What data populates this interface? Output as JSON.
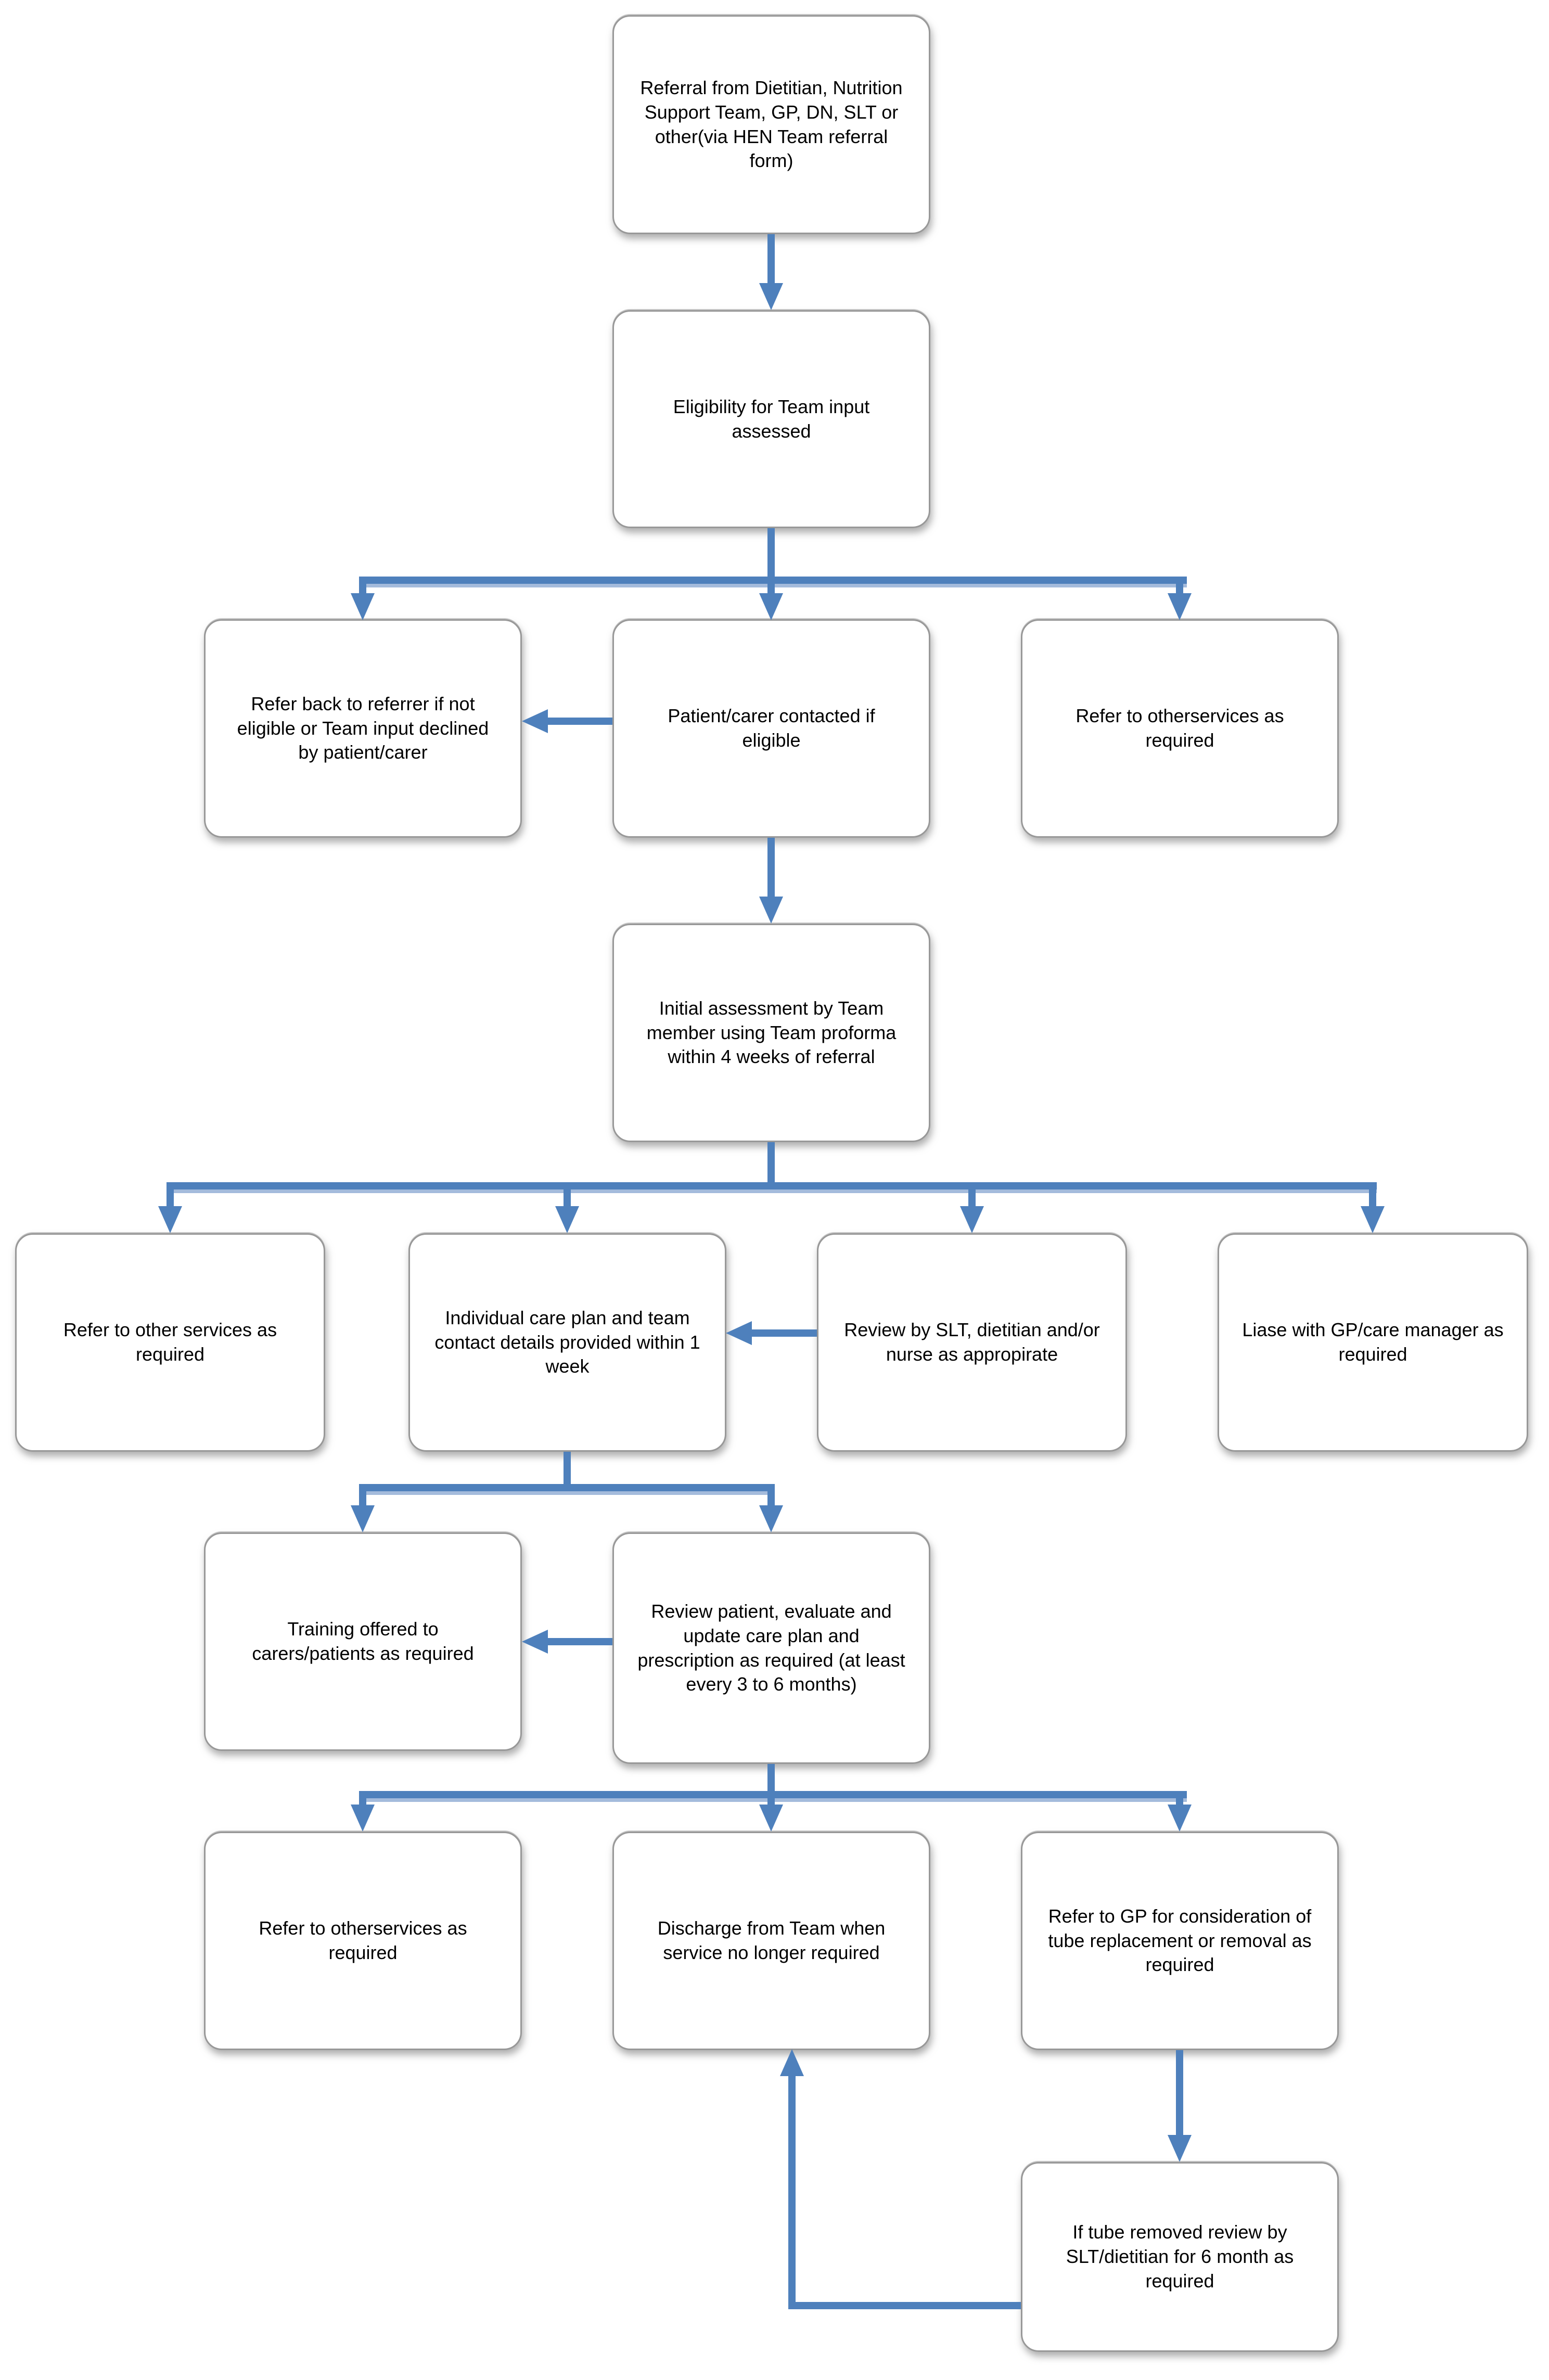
{
  "diagram": {
    "type": "flowchart",
    "colors": {
      "arrow_blue": "#4e80bc",
      "arrow_light_blue": "#9ab4d8",
      "box_border_gray": "#989898",
      "box_fill": "#ffffff",
      "text": "#000000",
      "background": "#ffffff"
    },
    "nodes": [
      {
        "id": "referral",
        "label": "Referral from Dietitian, Nutrition Support Team, GP, DN, SLT or other(via HEN Team referral form)"
      },
      {
        "id": "eligibility",
        "label": "Eligibility for Team input assessed"
      },
      {
        "id": "refer-back",
        "label": "Refer back to referrer if not eligible or Team input declined by patient/carer"
      },
      {
        "id": "patient-contacted",
        "label": "Patient/carer contacted if eligible"
      },
      {
        "id": "refer-other-top",
        "label": "Refer to otherservices as required"
      },
      {
        "id": "initial-assessment",
        "label": "Initial assessment by Team member using Team proforma within 4 weeks of referral"
      },
      {
        "id": "refer-other-mid",
        "label": "Refer to other services as required"
      },
      {
        "id": "care-plan",
        "label": "Individual care plan and team contact details provided within 1 week"
      },
      {
        "id": "review-slt",
        "label": "Review by SLT, dietitian and/or nurse as appropirate"
      },
      {
        "id": "liaise-gp",
        "label": "Liase with GP/care manager as required"
      },
      {
        "id": "training",
        "label": "Training offered to carers/patients as required"
      },
      {
        "id": "review-patient",
        "label": "Review patient, evaluate and update care plan and prescription as required (at least every 3 to 6 months)"
      },
      {
        "id": "refer-other-bottom",
        "label": "Refer to otherservices as required"
      },
      {
        "id": "discharge",
        "label": "Discharge from Team when service no longer required"
      },
      {
        "id": "refer-gp-tube",
        "label": "Refer to GP for consideration of tube replacement or removal as required"
      },
      {
        "id": "tube-removed",
        "label": "If tube removed review by SLT/dietitian for 6 month as required"
      }
    ],
    "edges": [
      {
        "from": "referral",
        "to": "eligibility"
      },
      {
        "from": "eligibility",
        "to": "refer-back"
      },
      {
        "from": "eligibility",
        "to": "patient-contacted"
      },
      {
        "from": "eligibility",
        "to": "refer-other-top"
      },
      {
        "from": "patient-contacted",
        "to": "refer-back"
      },
      {
        "from": "patient-contacted",
        "to": "initial-assessment"
      },
      {
        "from": "initial-assessment",
        "to": "refer-other-mid"
      },
      {
        "from": "initial-assessment",
        "to": "care-plan"
      },
      {
        "from": "initial-assessment",
        "to": "review-slt"
      },
      {
        "from": "initial-assessment",
        "to": "liaise-gp"
      },
      {
        "from": "review-slt",
        "to": "care-plan"
      },
      {
        "from": "care-plan",
        "to": "training"
      },
      {
        "from": "care-plan",
        "to": "review-patient"
      },
      {
        "from": "review-patient",
        "to": "training"
      },
      {
        "from": "review-patient",
        "to": "refer-other-bottom"
      },
      {
        "from": "review-patient",
        "to": "discharge"
      },
      {
        "from": "review-patient",
        "to": "refer-gp-tube"
      },
      {
        "from": "refer-gp-tube",
        "to": "tube-removed"
      },
      {
        "from": "tube-removed",
        "to": "discharge"
      }
    ]
  }
}
